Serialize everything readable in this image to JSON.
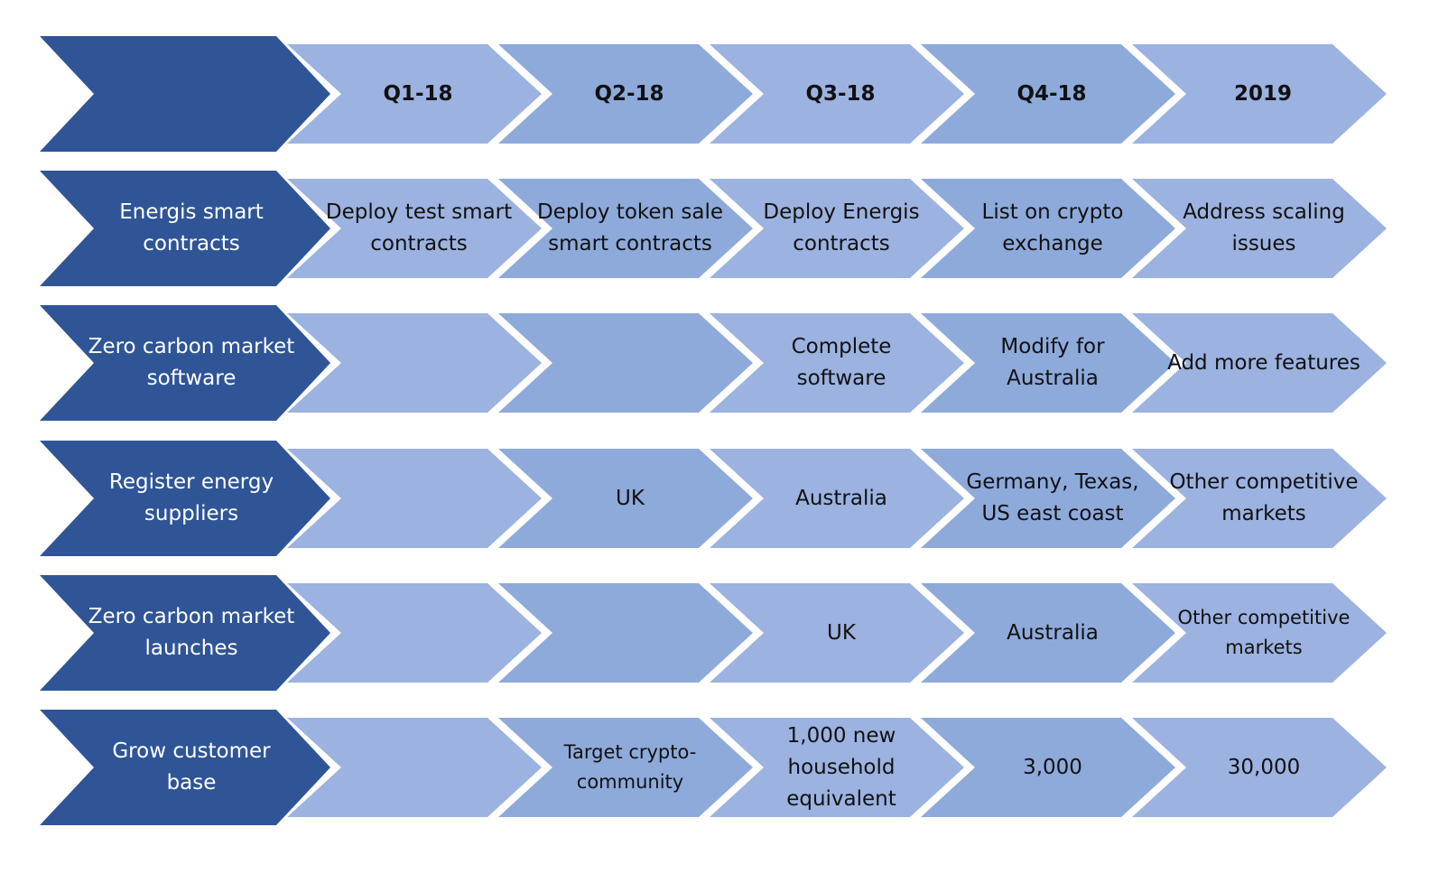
{
  "colors": {
    "label_fill": "#2f5597",
    "cell_fill_a": "#9cb2e0",
    "cell_fill_b": "#8eaadb",
    "label_text": "#ffffff",
    "cell_text": "#111111"
  },
  "header": {
    "columns": [
      "Q1-18",
      "Q2-18",
      "Q3-18",
      "Q4-18",
      "2019"
    ]
  },
  "rows": [
    {
      "label": "Energis smart contracts",
      "cells": [
        "Deploy test smart contracts",
        "Deploy token sale smart contracts",
        "Deploy Energis contracts",
        "List on crypto exchange",
        "Address scaling issues"
      ]
    },
    {
      "label": "Zero carbon market software",
      "cells": [
        "",
        "",
        "Complete software",
        "Modify for Australia",
        "Add more features"
      ]
    },
    {
      "label": "Register energy suppliers",
      "cells": [
        "",
        "UK",
        "Australia",
        "Germany, Texas, US east coast",
        "Other competitive markets"
      ]
    },
    {
      "label": "Zero carbon market launches",
      "cells": [
        "",
        "",
        "UK",
        "Australia",
        "Other competitive markets"
      ]
    },
    {
      "label": "Grow customer base",
      "cells": [
        "",
        "Target crypto-community",
        "1,000 new household equivalent",
        "3,000",
        "30,000"
      ]
    }
  ]
}
